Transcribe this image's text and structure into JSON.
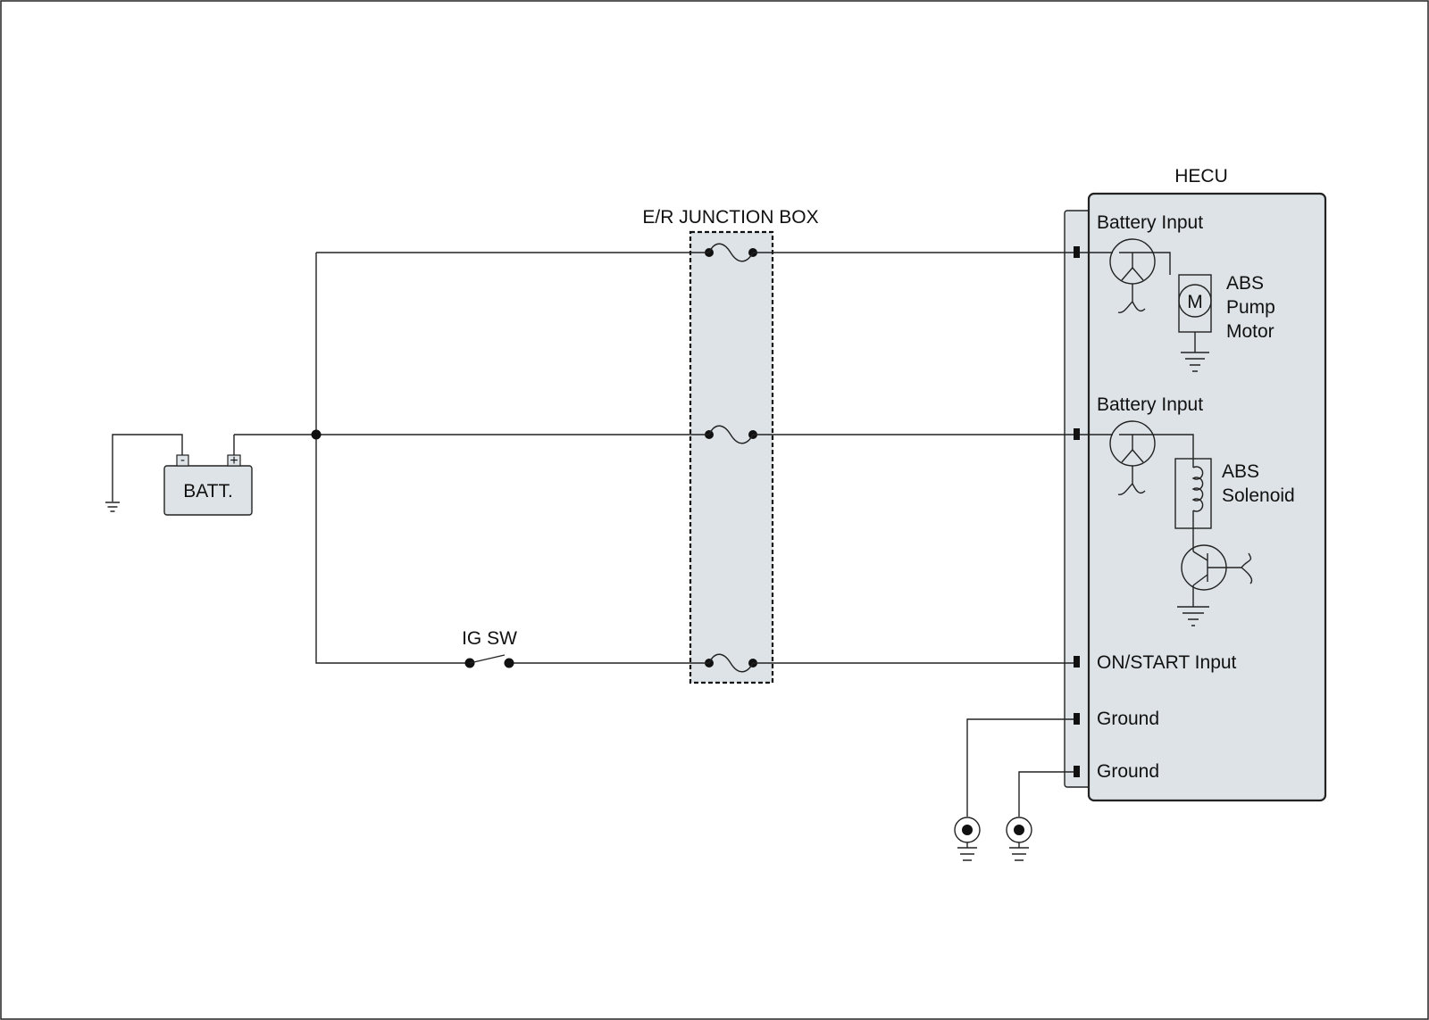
{
  "battery": {
    "label": "BATT.",
    "neg": "-",
    "pos": "+"
  },
  "junction_box": {
    "label": "E/R JUNCTION BOX"
  },
  "ig_switch": {
    "label": "IG SW"
  },
  "hecu": {
    "title": "HECU",
    "pins": [
      {
        "label": "Battery Input"
      },
      {
        "label": "Battery Input"
      },
      {
        "label": "ON/START Input"
      },
      {
        "label": "Ground"
      },
      {
        "label": "Ground"
      }
    ],
    "motor": {
      "symbol": "M",
      "line1": "ABS",
      "line2": "Pump",
      "line3": "Motor"
    },
    "solenoid": {
      "line1": "ABS",
      "line2": "Solenoid"
    }
  },
  "colors": {
    "panel_fill": "#dde3e6",
    "line": "#222222",
    "background": "#ffffff"
  }
}
